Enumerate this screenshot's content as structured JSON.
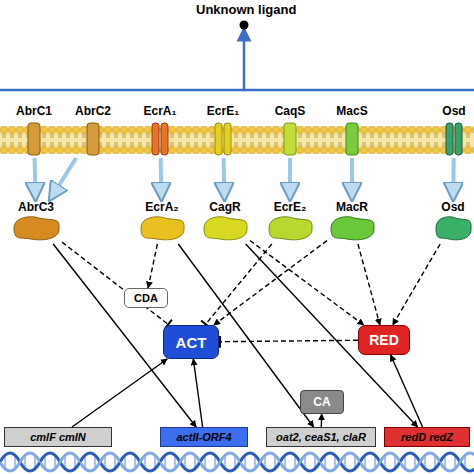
{
  "diagram": {
    "nodes": [
      {
        "text": [
          "AbrC1"
        ]
      },
      {
        "text": [
          "AbrC2"
        ]
      },
      {
        "text": [
          "EcrA₁"
        ]
      },
      {
        "text": [
          "EcrE₁"
        ]
      },
      {
        "text": [
          "CaqS"
        ]
      },
      {
        "text": [
          "MacS"
        ]
      },
      {
        "text": [
          "Osd"
        ]
      },
      {
        "text": [
          "AbrC3"
        ]
      },
      {
        "text": [
          "EcrA₂"
        ]
      },
      {
        "text": [
          "CagR"
        ]
      },
      {
        "text": [
          "EcrE₂"
        ]
      },
      {
        "text": [
          "MacR"
        ]
      },
      {
        "text": [
          "Osd"
        ]
      },
      {
        "text": [
          "CDA"
        ]
      },
      {
        "text": [
          "ACT"
        ]
      },
      {
        "text": [
          "RED"
        ]
      },
      {
        "text": [
          "CA"
        ]
      },
      {
        "text": [
          "cmlF cmlN"
        ]
      },
      {
        "text": [
          "actII-ORF4"
        ]
      },
      {
        "text": [
          "oat2, ceaS1, claR"
        ]
      },
      {
        "text": [
          "redD redZ"
        ]
      }
    ],
    "edges": [
      {
        "from": 0,
        "to": 7,
        "arrow": "to"
      },
      {
        "from": 1,
        "to": 7,
        "arrow": "to"
      },
      {
        "from": 2,
        "to": 8,
        "arrow": "to"
      },
      {
        "from": 3,
        "to": 9,
        "arrow": "to"
      },
      {
        "from": 4,
        "to": 10,
        "arrow": "to"
      },
      {
        "from": 5,
        "to": 11,
        "arrow": "to"
      },
      {
        "from": 6,
        "to": 12,
        "arrow": "to"
      },
      {
        "from": 7,
        "to": 14,
        "arrow": "to"
      },
      {
        "from": 7,
        "to": 18,
        "arrow": "to"
      },
      {
        "from": 8,
        "to": 13,
        "arrow": "to"
      },
      {
        "from": 8,
        "to": 19,
        "arrow": "to"
      },
      {
        "from": 9,
        "to": 15,
        "arrow": "to"
      },
      {
        "from": 9,
        "to": 20,
        "arrow": "to"
      },
      {
        "from": 10,
        "to": 14,
        "arrow": "to"
      },
      {
        "from": 11,
        "to": 15,
        "arrow": "to"
      },
      {
        "from": 11,
        "to": 14,
        "arrow": "to"
      },
      {
        "from": 12,
        "to": 15,
        "arrow": "to"
      },
      {
        "from": 18,
        "to": 14,
        "arrow": "to"
      },
      {
        "from": 17,
        "to": 14,
        "arrow": "to"
      },
      {
        "from": 19,
        "to": 16,
        "arrow": "to"
      },
      {
        "from": 20,
        "to": 15,
        "arrow": "to"
      },
      {
        "from": 15,
        "to": 14,
        "arrow": "to"
      }
    ],
    "labels": [
      "Unknown ligand"
    ]
  }
}
